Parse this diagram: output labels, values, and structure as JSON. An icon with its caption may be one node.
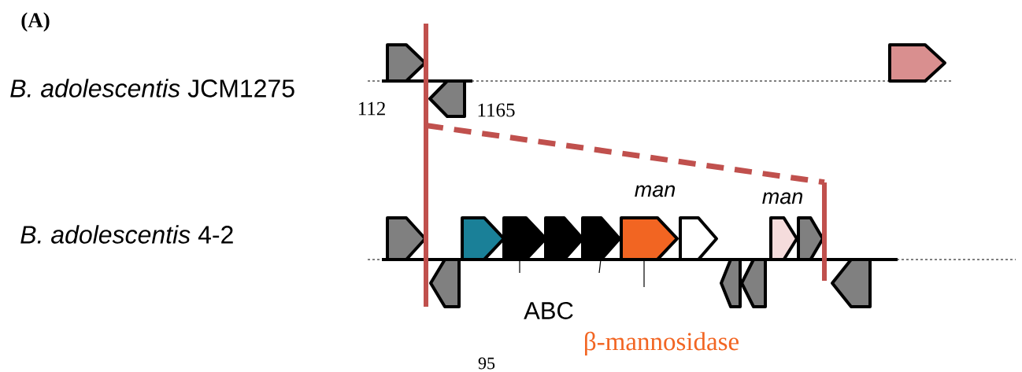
{
  "diagram": {
    "nodes": [
      {
        "text": [],
        "shape": "bar"
      },
      {
        "text": [],
        "shape": "bar"
      }
    ],
    "edges": [
      {
        "from": 0,
        "to": 1,
        "arrow": "none",
        "style": "dashed",
        "color": "#c0504d"
      }
    ],
    "labels": [
      "(A)",
      "*B. adolescentis* JCM1275",
      "112",
      "1165",
      "man",
      "man",
      "*B. adolescentis* 4-2",
      "ABC",
      "β-mannosidase",
      "95"
    ]
  }
}
